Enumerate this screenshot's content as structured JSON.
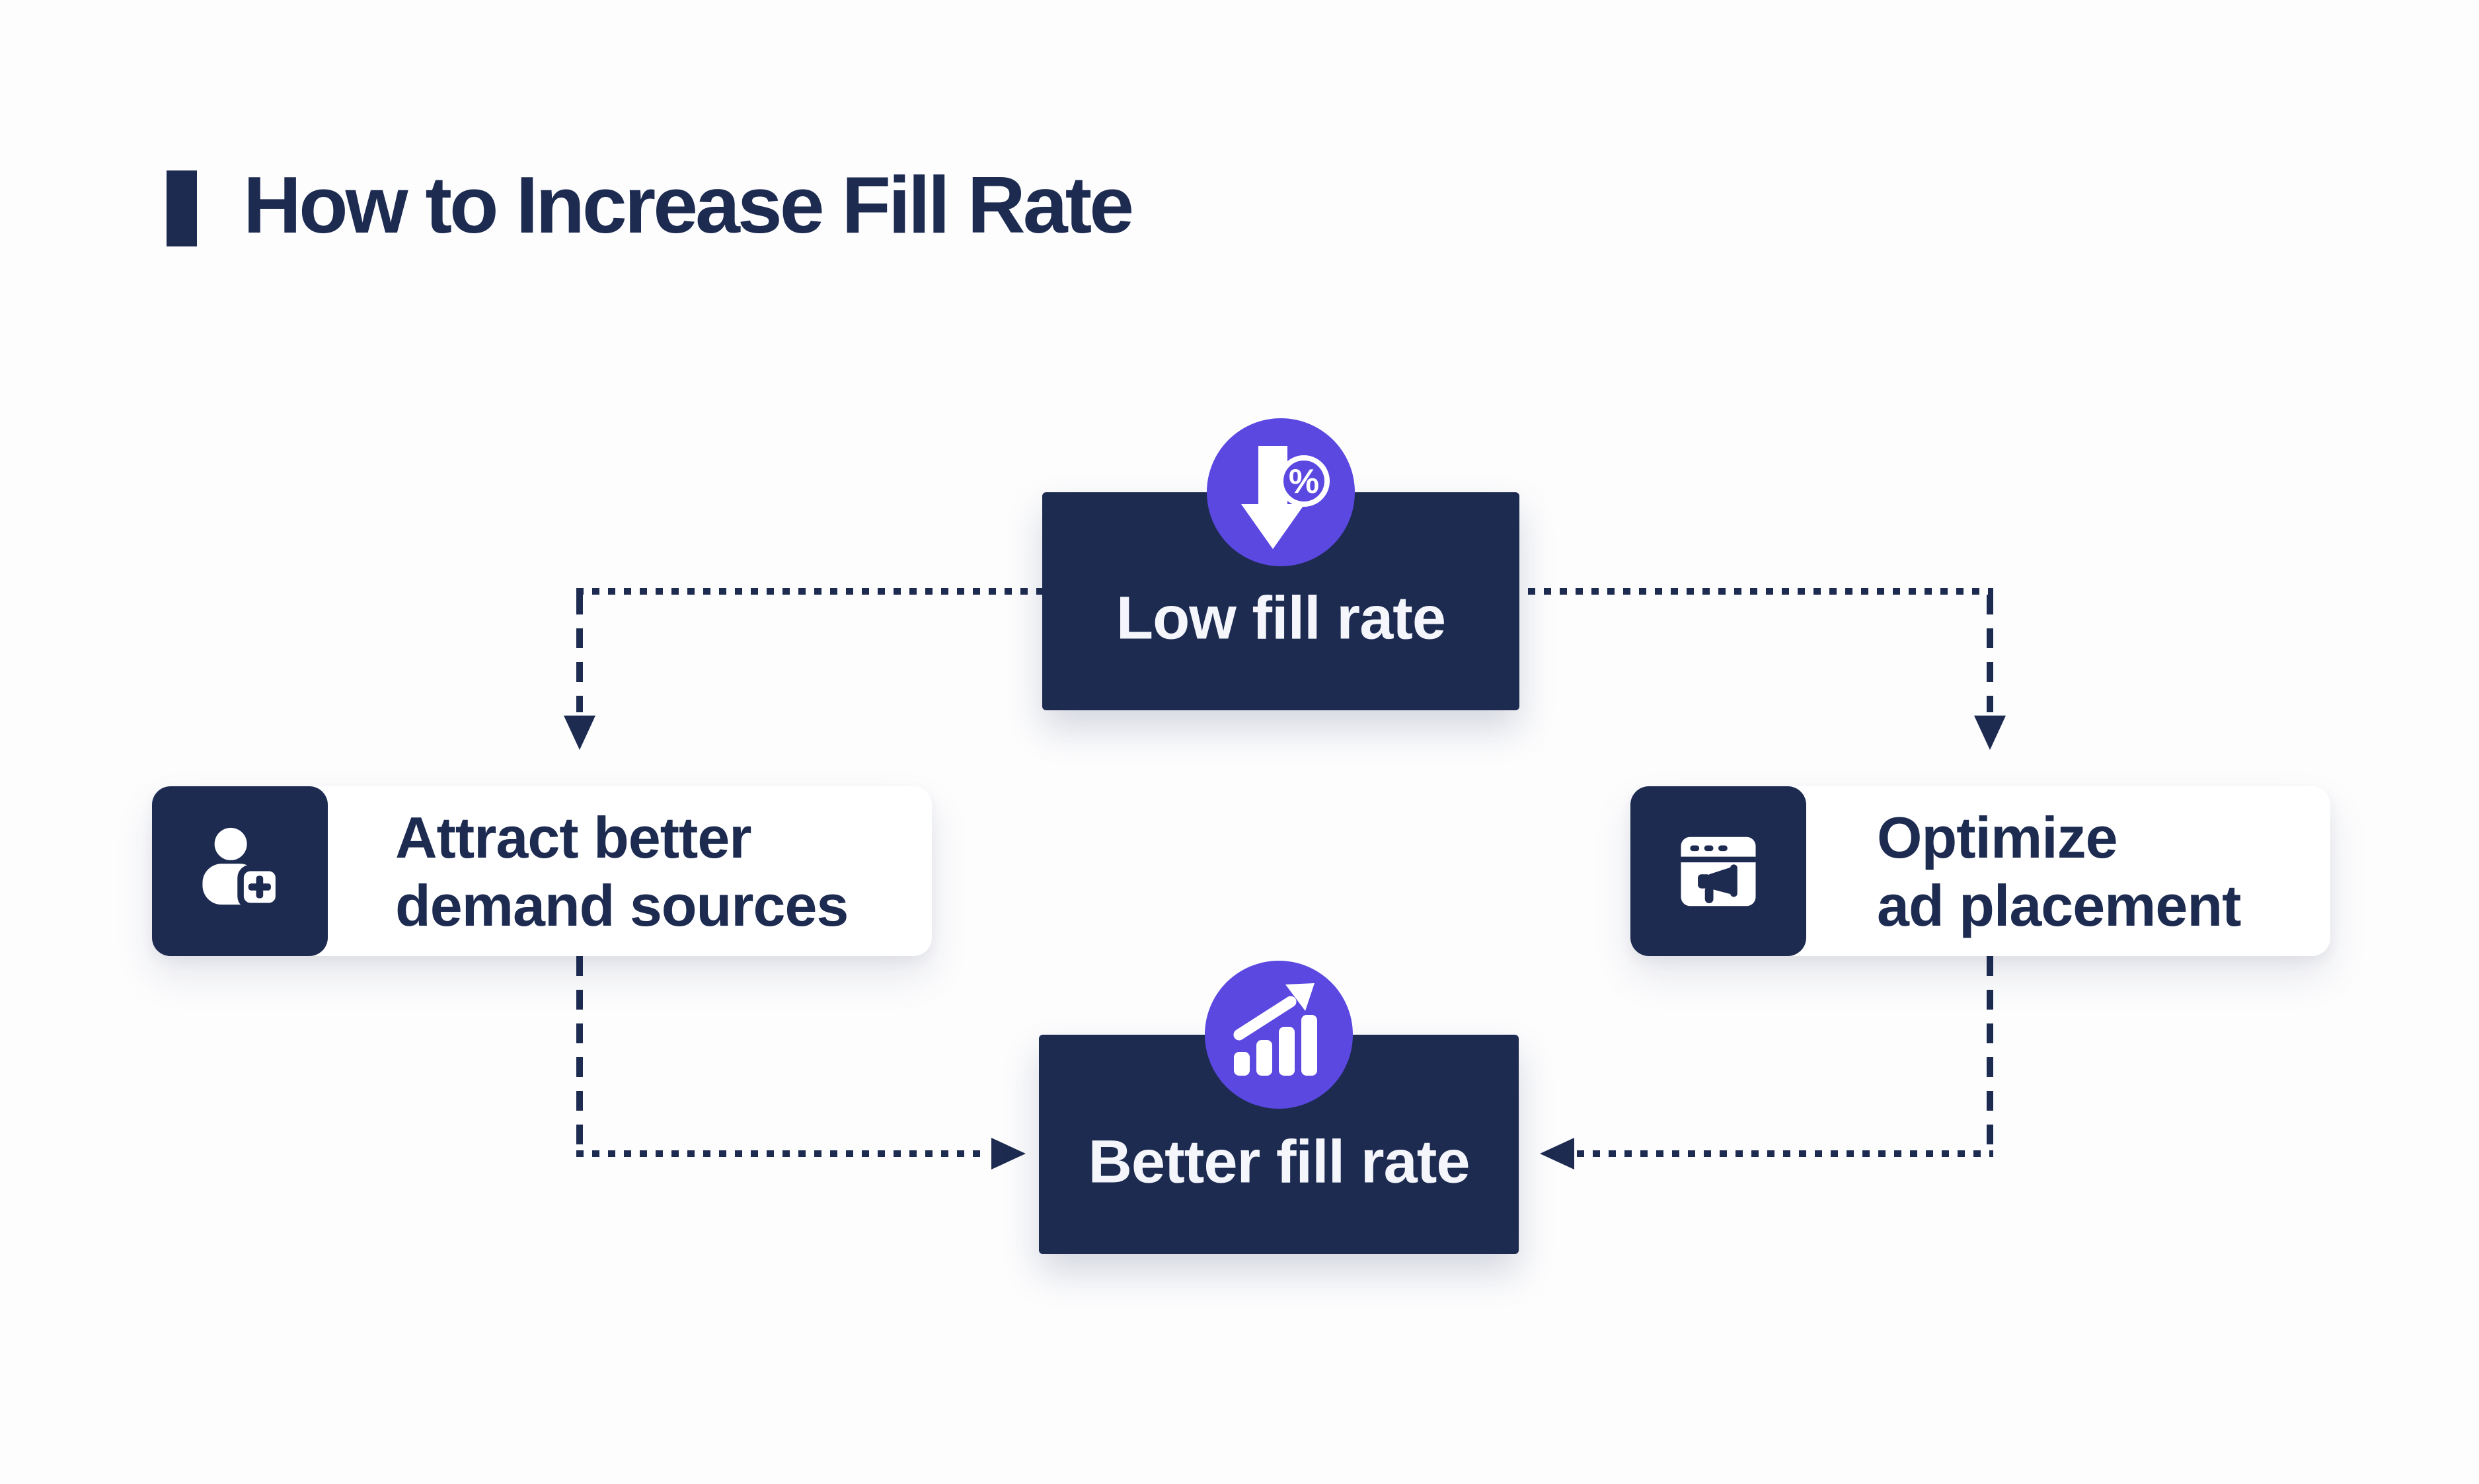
{
  "title": {
    "text": "How to Increase Fill Rate"
  },
  "colors": {
    "navy": "#1d2b51",
    "purple": "#5a48e0",
    "card_white": "#ffffff",
    "text_on_navy": "#f4f6fb",
    "background": "#fdfdfe"
  },
  "nodes": {
    "low": {
      "label": "Low fill rate",
      "icon": "arrow-down-percent-icon",
      "badge_label": "%"
    },
    "better": {
      "label": "Better fill rate",
      "icon": "bar-chart-up-icon"
    }
  },
  "cards": {
    "attract": {
      "line1": "Attract better",
      "line2": "demand sources",
      "icon": "add-user-icon"
    },
    "optimize": {
      "line1": "Optimize",
      "line2": "ad placement",
      "icon": "ad-browser-megaphone-icon"
    }
  }
}
